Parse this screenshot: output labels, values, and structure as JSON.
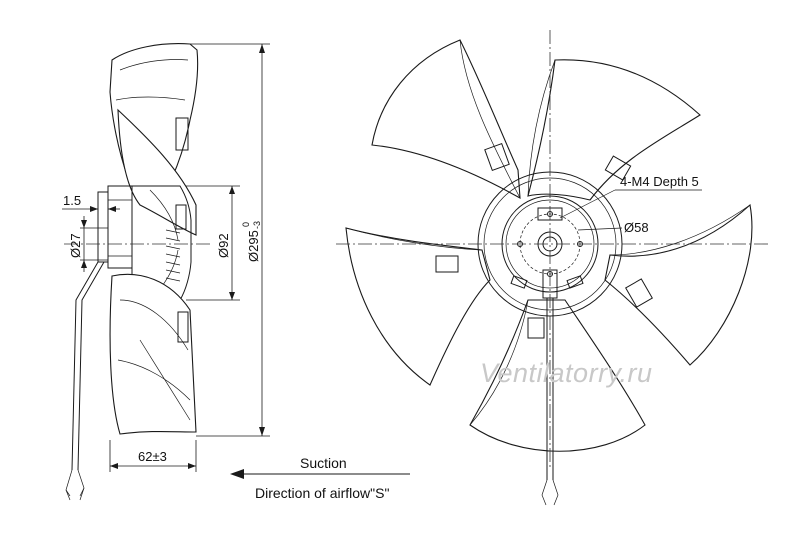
{
  "side_view": {
    "dim_gap": "1.5",
    "dim_shaft": "Ø27",
    "dim_hub": "Ø92",
    "dim_fan_base": "Ø295",
    "dim_fan_tol_upper": "0",
    "dim_fan_tol_lower": "-3",
    "dim_depth": "62±3"
  },
  "front_view": {
    "mount_holes": "4-M4 Depth 5",
    "bolt_circle": "Ø58"
  },
  "airflow": {
    "suction_label": "Suction",
    "direction_label": "Direction of airflow\"S\""
  },
  "watermark": "Ventilatorry.ru"
}
